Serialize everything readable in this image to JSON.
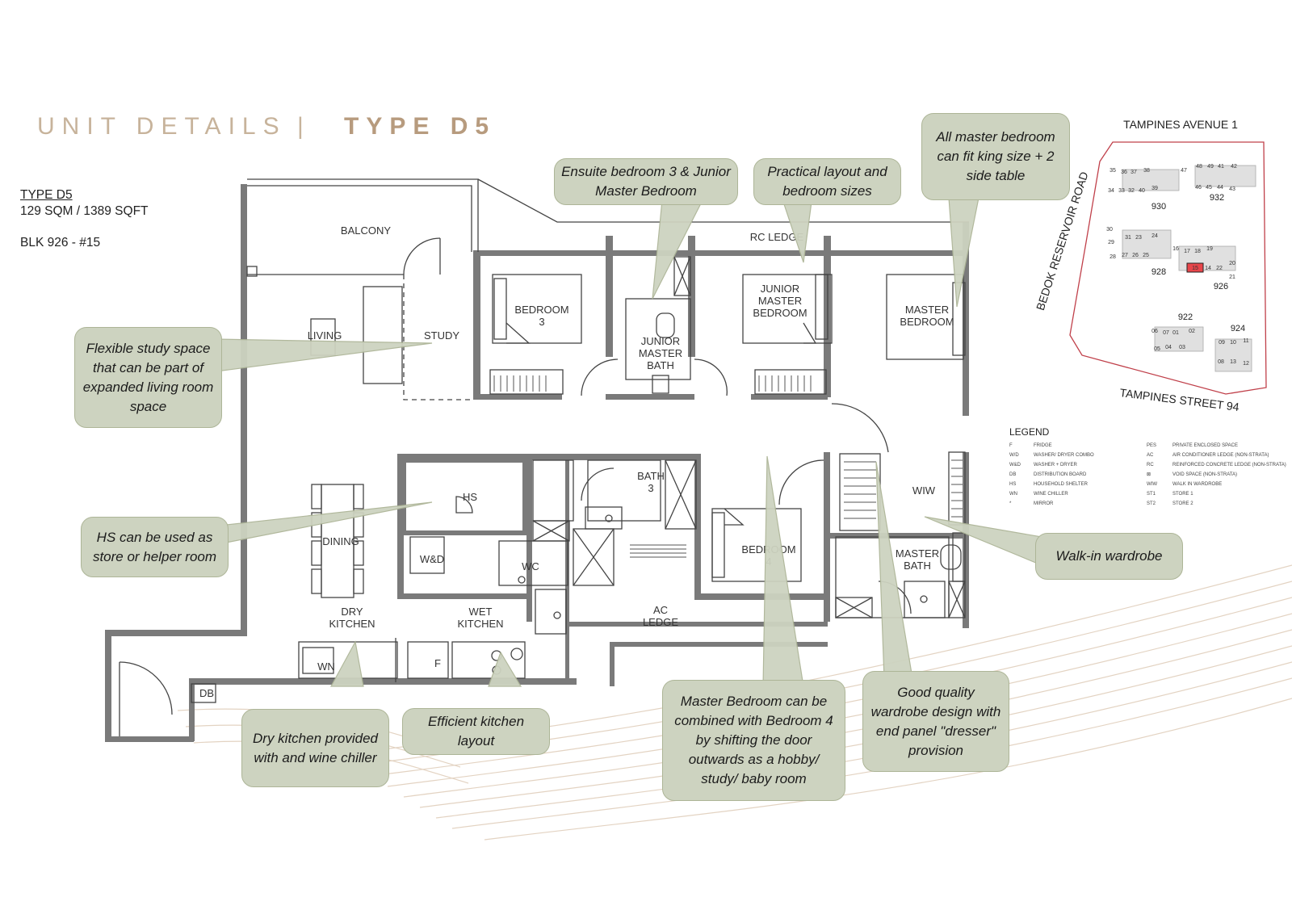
{
  "header": {
    "title_left": "UNIT DETAILS",
    "separator": "|",
    "title_right": "TYPE D5"
  },
  "unit_info": {
    "type": "TYPE D5",
    "size": "129 SQM / 1389 SQFT",
    "block": "BLK 926 - #15"
  },
  "rooms": {
    "balcony": "BALCONY",
    "living": "LIVING",
    "study": "STUDY",
    "bedroom3": [
      "BEDROOM",
      "3"
    ],
    "junior_master_bath": [
      "JUNIOR",
      "MASTER",
      "BATH"
    ],
    "junior_master_bedroom": [
      "JUNIOR",
      "MASTER",
      "BEDROOM"
    ],
    "master_bedroom": [
      "MASTER",
      "BEDROOM"
    ],
    "rc_ledge": "RC LEDGE",
    "dining": "DINING",
    "hs": "HS",
    "wd": "W&D",
    "wc": "WC",
    "bath3": [
      "BATH",
      "3"
    ],
    "bedroom4": [
      "BEDROOM",
      "4"
    ],
    "wiw": "WIW",
    "master_bath": [
      "MASTER",
      "BATH"
    ],
    "dry_kitchen": [
      "DRY",
      "KITCHEN"
    ],
    "wet_kitchen": [
      "WET",
      "KITCHEN"
    ],
    "ac_ledge": [
      "AC",
      "LEDGE"
    ],
    "wn": "WN",
    "fridge": "F",
    "db": "DB"
  },
  "callouts": {
    "ensuite": "Ensuite bedroom 3 & Junior Master Bedroom",
    "practical": "Practical layout and bedroom sizes",
    "master_fit": "All master bedroom can fit king size + 2 side table",
    "study": "Flexible study space that can be part of expanded living room space",
    "hs": "HS can be used as store or helper room",
    "walkin": "Walk-in wardrobe",
    "dry_kitchen": "Dry kitchen provided with and wine chiller",
    "kitchen": "Efficient kitchen layout",
    "combine": "Master Bedroom can be combined with Bedroom 4 by shifting the door outwards as a hobby/ study/ baby room",
    "wardrobe": "Good quality wardrobe design with end panel \"dresser\" provision"
  },
  "site_plan": {
    "road_top": "TAMPINES AVENUE 1",
    "road_left": "BEDOK RESERVOIR ROAD",
    "road_bottom": "TAMPINES STREET 94",
    "blocks": [
      "930",
      "932",
      "928",
      "926",
      "922",
      "924"
    ],
    "unit_numbers": [
      "35",
      "36",
      "37",
      "38",
      "47",
      "48",
      "49",
      "41",
      "42",
      "34",
      "33",
      "32",
      "40",
      "39",
      "46",
      "45",
      "44",
      "43",
      "30",
      "31",
      "23",
      "24",
      "29",
      "28",
      "27",
      "26",
      "25",
      "16",
      "17",
      "18",
      "19",
      "15",
      "14",
      "22",
      "20",
      "21",
      "06",
      "07",
      "01",
      "02",
      "05",
      "04",
      "03",
      "09",
      "10",
      "11",
      "08",
      "13",
      "12"
    ],
    "highlight_unit": "15"
  },
  "legend": {
    "title": "LEGEND",
    "left": [
      [
        "F",
        "FRIDGE"
      ],
      [
        "W/D",
        "WASHER/ DRYER COMBO"
      ],
      [
        "W&D",
        "WASHER + DRYER"
      ],
      [
        "DB",
        "DISTRIBUTION BOARD"
      ],
      [
        "HS",
        "HOUSEHOLD SHELTER"
      ],
      [
        "WN",
        "WINE CHILLER"
      ],
      [
        "*",
        "MIRROR"
      ]
    ],
    "right": [
      [
        "PES",
        "PRIVATE ENCLOSED SPACE"
      ],
      [
        "AC",
        "AIR CONDITIONER LEDGE (NON-STRATA)"
      ],
      [
        "RC",
        "REINFORCED CONCRETE LEDGE (NON-STRATA)"
      ],
      [
        "⊠",
        "VOID SPACE (NON-STRATA)"
      ],
      [
        "WIW",
        "WALK IN WARDROBE"
      ],
      [
        "ST1",
        "STORE 1"
      ],
      [
        "ST2",
        "STORE 2"
      ]
    ]
  },
  "colors": {
    "wall": "#7a7a7a",
    "callout_fill": "#cdd3c0",
    "callout_border": "#adb597",
    "title_light": "#c7b39b",
    "title_bold": "#b79b7e",
    "highlight": "#e8454a",
    "site_boundary": "#c0404a"
  }
}
